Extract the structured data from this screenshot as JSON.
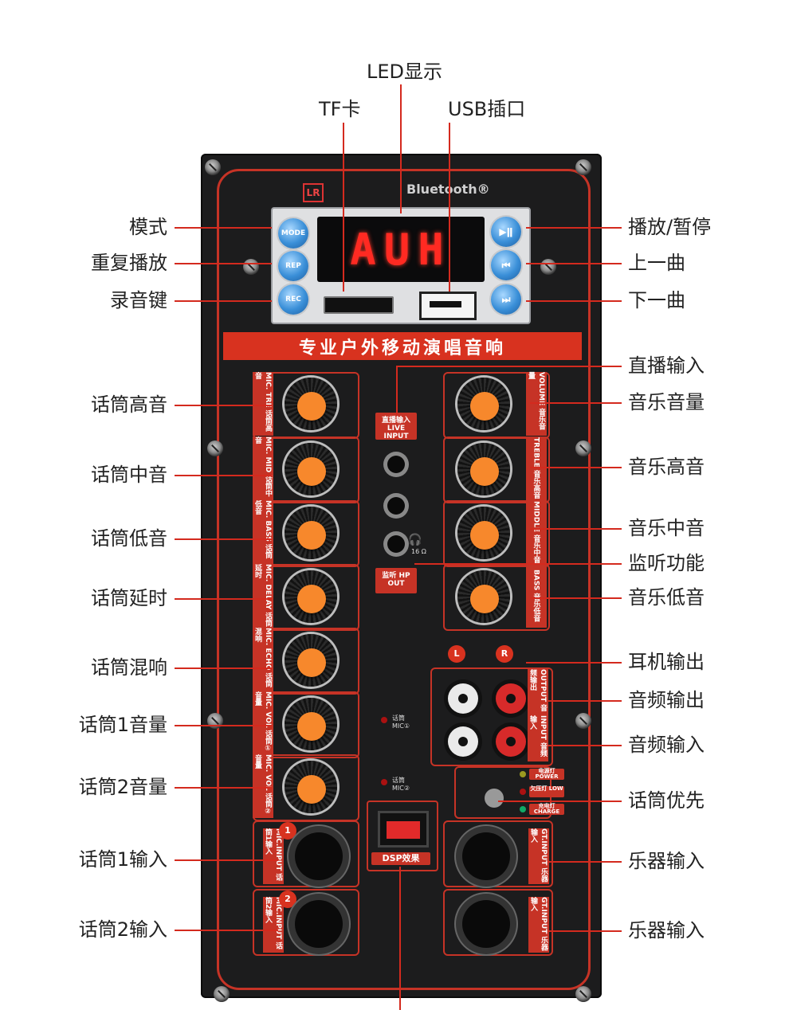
{
  "callouts": {
    "top": [
      {
        "text": "LED显示"
      },
      {
        "text": "TF卡"
      },
      {
        "text": "USB插口"
      }
    ],
    "left": [
      {
        "text": "模式"
      },
      {
        "text": "重复播放"
      },
      {
        "text": "录音键"
      },
      {
        "text": "话筒高音"
      },
      {
        "text": "话筒中音"
      },
      {
        "text": "话筒低音"
      },
      {
        "text": "话筒延时"
      },
      {
        "text": "话筒混响"
      },
      {
        "text": "话筒1音量"
      },
      {
        "text": "话筒2音量"
      },
      {
        "text": "话筒1输入"
      },
      {
        "text": "话筒2输入"
      }
    ],
    "right": [
      {
        "text": "播放/暂停"
      },
      {
        "text": "上一曲"
      },
      {
        "text": "下一曲"
      },
      {
        "text": "直播输入"
      },
      {
        "text": "音乐音量"
      },
      {
        "text": "音乐高音"
      },
      {
        "text": "音乐中音"
      },
      {
        "text": "监听功能"
      },
      {
        "text": "音乐低音"
      },
      {
        "text": "耳机输出"
      },
      {
        "text": "音频输出"
      },
      {
        "text": "音频输入"
      },
      {
        "text": "话筒优先"
      },
      {
        "text": "乐器输入"
      },
      {
        "text": "乐器输入"
      }
    ]
  },
  "panel": {
    "brand": "LR",
    "bluetooth": "Bluetooth®",
    "led_text": "AUH",
    "banner": "专业户外移动演唱音响",
    "buttons": {
      "mode": "MODE",
      "rep": "REP",
      "rec": "REC",
      "play": "▶ǁ",
      "prev": "⏮",
      "next": "⏭"
    },
    "left_tabs": [
      "MIC. TRE 话筒高音",
      "MIC. MID 话筒中音",
      "MIC. BASS 话筒低音",
      "MIC. DELAY 话筒延时",
      "MIC. ECHO 话筒混响",
      "MIC. VOL 话筒①音量",
      "MIC. VOL 话筒②音量"
    ],
    "right_tabs": [
      "VOLUME 音乐音量",
      "TREBLE 音乐高音",
      "MIDDLE 音乐中音",
      "BASS 音乐低音"
    ],
    "live_input": "直播输入 LIVE INPUT",
    "hp_out": "监听 HP OUT",
    "ohm": "16 Ω",
    "out_tab": "OUTPUT 音频输出",
    "in_tab": "INPUT 音频输入",
    "lr_left": "L",
    "lr_right": "R",
    "mic1_led": "话筒 MIC①",
    "mic2_led": "话筒 MIC②",
    "power": "电源灯 POWER",
    "low": "欠压灯 LOW",
    "charge": "充电灯 CHARGE",
    "dsp": "DSP效果",
    "mic_input1": "MIC.INPUT 话筒1输入",
    "mic_input2": "MIC.INPUT 话筒2输入",
    "gt_input": "GT.INPUT 乐器输入",
    "num1": "1",
    "num2": "2"
  }
}
